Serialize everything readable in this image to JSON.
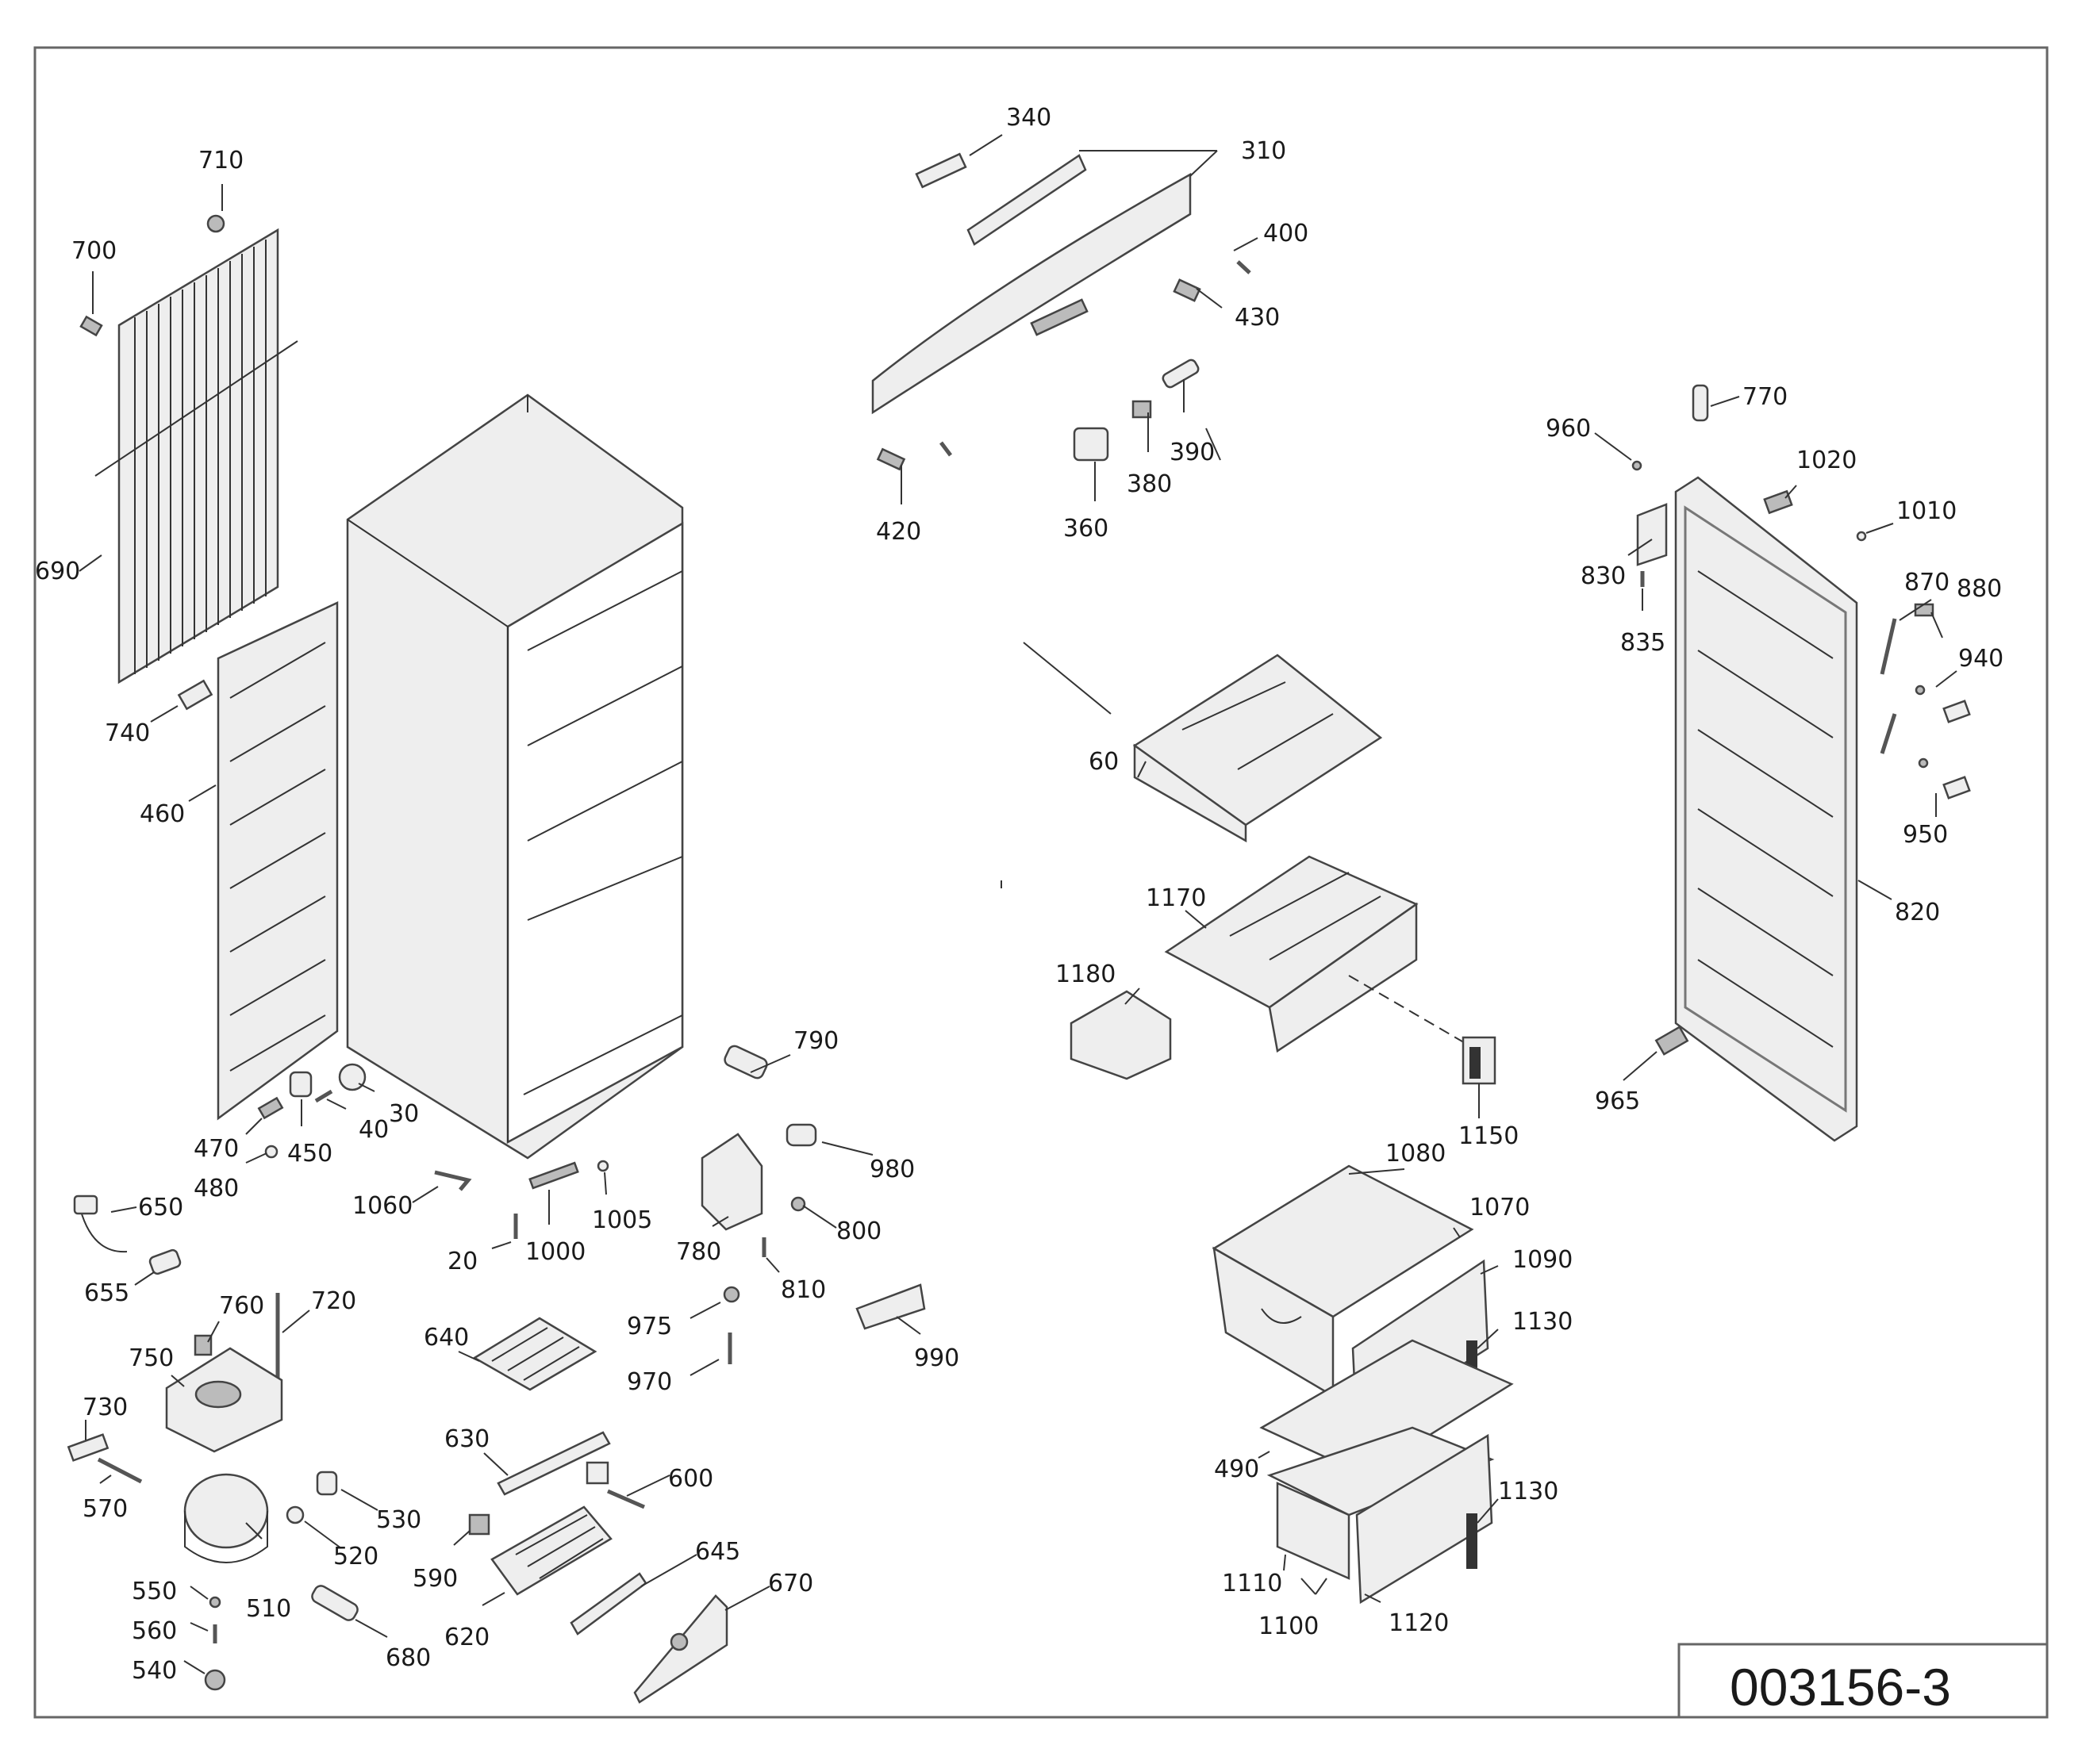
{
  "drawing_code": "003156-3",
  "part_numbers": {
    "p20": "20",
    "p30": "30",
    "p40": "40",
    "p60": "60",
    "p310": "310",
    "p340": "340",
    "p360": "360",
    "p380": "380",
    "p390": "390",
    "p400": "400",
    "p420": "420",
    "p430": "430",
    "p450": "450",
    "p460": "460",
    "p470": "470",
    "p480": "480",
    "p490": "490",
    "p510": "510",
    "p520": "520",
    "p530": "530",
    "p540": "540",
    "p550": "550",
    "p560": "560",
    "p570": "570",
    "p590": "590",
    "p600": "600",
    "p620": "620",
    "p630": "630",
    "p640": "640",
    "p645": "645",
    "p650": "650",
    "p655": "655",
    "p670": "670",
    "p680": "680",
    "p690": "690",
    "p700": "700",
    "p710": "710",
    "p720": "720",
    "p730": "730",
    "p740": "740",
    "p750": "750",
    "p760": "760",
    "p770": "770",
    "p780": "780",
    "p790": "790",
    "p800": "800",
    "p810": "810",
    "p820": "820",
    "p830": "830",
    "p835": "835",
    "p870": "870",
    "p880": "880",
    "p940": "940",
    "p950": "950",
    "p960": "960",
    "p965": "965",
    "p970": "970",
    "p975": "975",
    "p980": "980",
    "p990": "990",
    "p1000": "1000",
    "p1005": "1005",
    "p1010": "1010",
    "p1020": "1020",
    "p1060": "1060",
    "p1070": "1070",
    "p1080": "1080",
    "p1090": "1090",
    "p1100": "1100",
    "p1110": "1110",
    "p1120": "1120",
    "p1130a": "1130",
    "p1130b": "1130",
    "p1150": "1150",
    "p1170": "1170",
    "p1180": "1180"
  }
}
